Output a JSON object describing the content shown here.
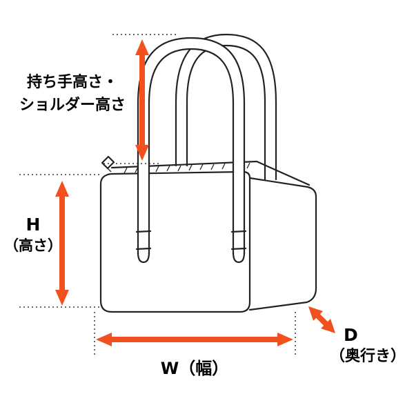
{
  "diagram": {
    "labels": {
      "handle_height": {
        "line1": "持ち手高さ・",
        "line2": "ショルダー高さ"
      },
      "height": {
        "line1": "H",
        "line2": "（高さ）"
      },
      "width": {
        "text": "W（幅）"
      },
      "depth": {
        "line1": "D",
        "line2": "（奥行き）"
      }
    },
    "colors": {
      "arrow": "#F0511E",
      "line": "#222222",
      "background": "#ffffff"
    }
  }
}
